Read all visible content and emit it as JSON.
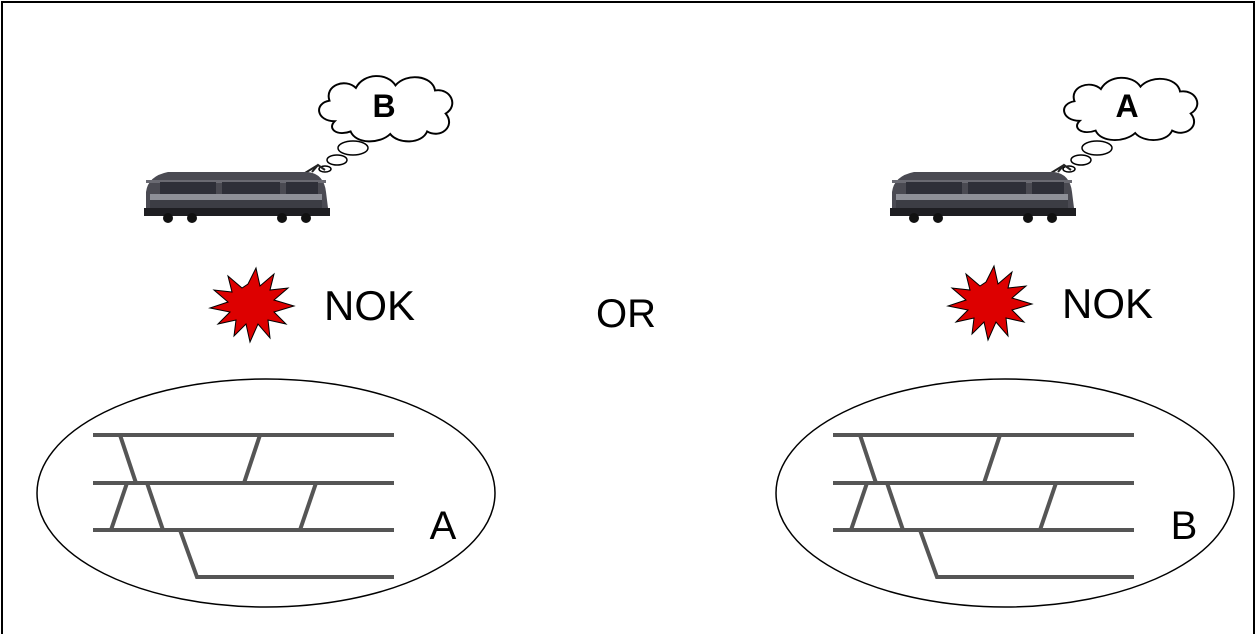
{
  "separator": "OR",
  "panels": [
    {
      "id": "left",
      "thought_label": "B",
      "status_label": "NOK",
      "network_label": "A"
    },
    {
      "id": "right",
      "thought_label": "A",
      "status_label": "NOK",
      "network_label": "B"
    }
  ],
  "colors": {
    "burst_fill": "#dd0000",
    "track": "#555555",
    "outline": "#000000",
    "train_body": "#4a4a52"
  }
}
